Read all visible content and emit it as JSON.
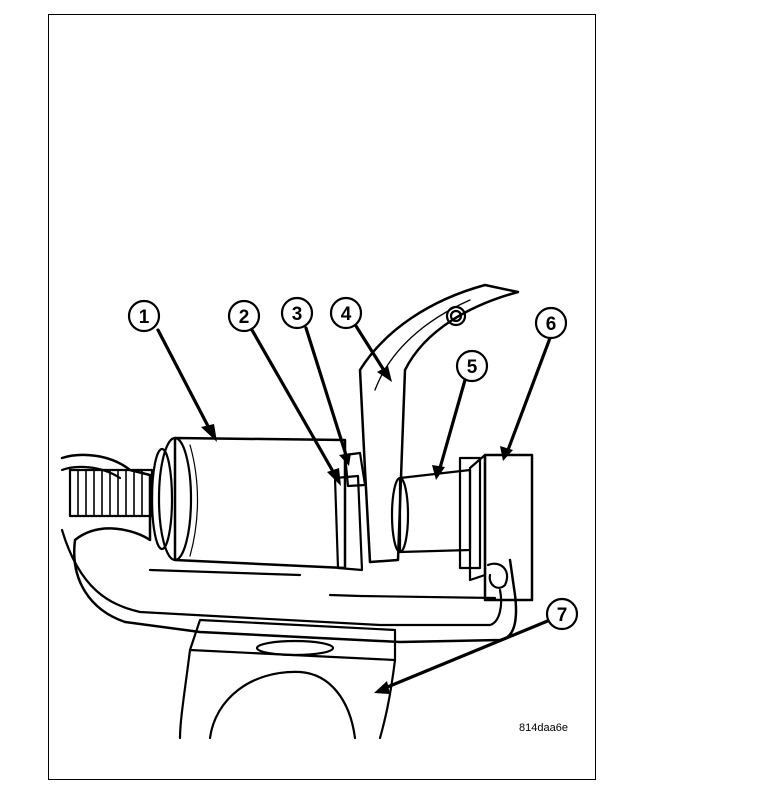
{
  "callouts": [
    {
      "label": "1"
    },
    {
      "label": "2"
    },
    {
      "label": "3"
    },
    {
      "label": "4"
    },
    {
      "label": "5"
    },
    {
      "label": "6"
    },
    {
      "label": "7"
    }
  ],
  "figure_code": "814daa6e",
  "colors": {
    "line": "#000000",
    "background": "#ffffff"
  }
}
